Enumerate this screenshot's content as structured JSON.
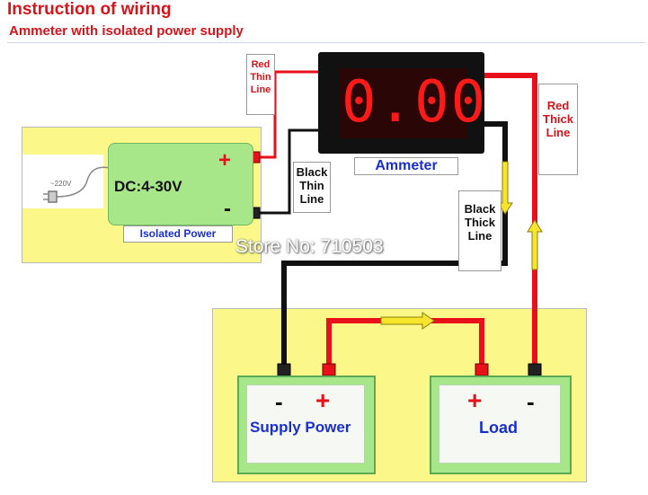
{
  "header": {
    "title": "Instruction of wiring",
    "subtitle": "Ammeter with isolated power supply"
  },
  "ammeter": {
    "display": "0.00",
    "label": "Ammeter"
  },
  "power_supply": {
    "voltage": "DC:4-30V",
    "plus": "+",
    "minus": "-",
    "label": "Isolated Power",
    "mains": "~220V"
  },
  "wire_labels": {
    "red_thin": [
      "Red",
      "Thin",
      "Line"
    ],
    "black_thin": [
      "Black",
      "Thin",
      "Line"
    ],
    "red_thick": [
      "Red",
      "Thick",
      "Line"
    ],
    "black_thick": [
      "Black",
      "Thick",
      "Line"
    ]
  },
  "supply": {
    "minus": "-",
    "plus": "+",
    "label": "Supply Power"
  },
  "load": {
    "plus": "+",
    "minus": "-",
    "label": "Load"
  },
  "watermark": "Store No: 710503",
  "colors": {
    "title": "#d8141b",
    "ammeter_label": "#1a2fd0",
    "segment": "#ff1a1a",
    "red_wire": "#e8101a",
    "black_wire": "#111111",
    "yellow_panel": "#fbf889",
    "green_box": "#a8e68a"
  }
}
